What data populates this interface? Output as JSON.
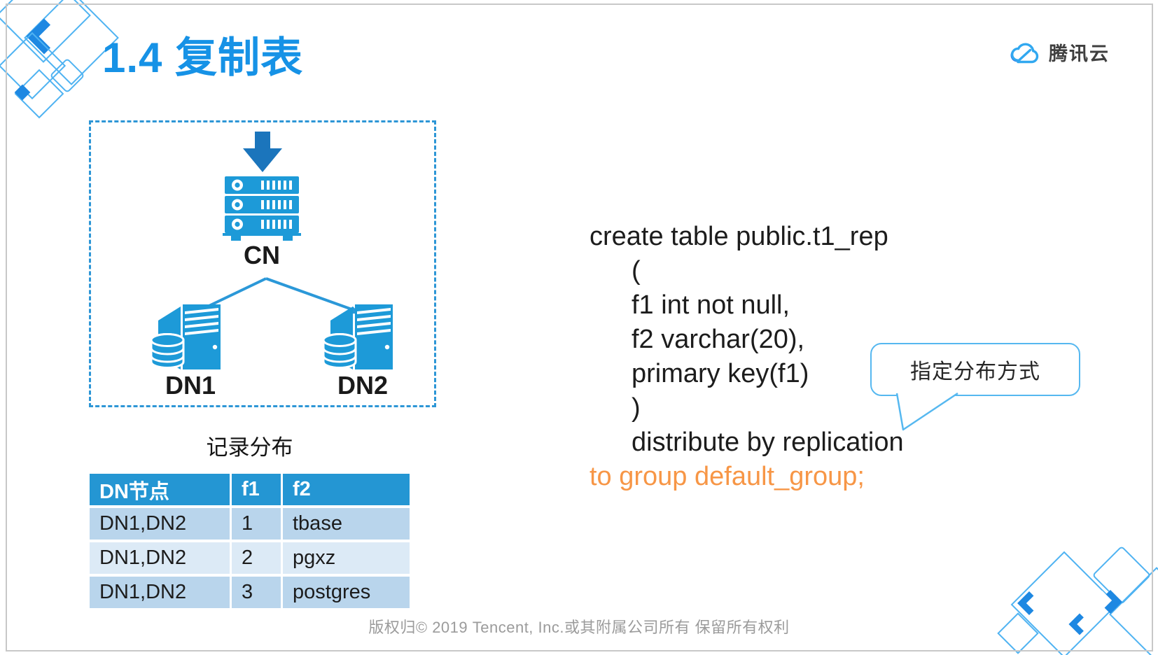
{
  "slide": {
    "title": "1.4 复制表",
    "footer": "版权归© 2019 Tencent, Inc.或其附属公司所有 保留所有权利"
  },
  "logo": {
    "icon": "tencent-cloud-icon",
    "text": "腾讯云"
  },
  "diagram": {
    "cn_label": "CN",
    "dn1_label": "DN1",
    "dn2_label": "DN2",
    "icons": {
      "down_arrow": "down-arrow-icon",
      "cn_server": "server-rack-icon",
      "dn_server": "server-tower-with-database-icon"
    }
  },
  "distribution": {
    "title": "记录分布",
    "table": {
      "headers": [
        "DN节点",
        "f1",
        "f2"
      ],
      "rows": [
        [
          "DN1,DN2",
          "1",
          "tbase"
        ],
        [
          "DN1,DN2",
          "2",
          "pgxz"
        ],
        [
          "DN1,DN2",
          "3",
          "postgres"
        ]
      ]
    }
  },
  "code": {
    "lines": [
      {
        "text": "create table public.t1_rep"
      },
      {
        "text": "("
      },
      {
        "text": "f1 int not null,"
      },
      {
        "text": "f2 varchar(20),"
      },
      {
        "text": "primary key(f1)"
      },
      {
        "text": ")"
      },
      {
        "text": "distribute by replication"
      },
      {
        "text": "to group default_group;"
      }
    ]
  },
  "callout": {
    "text": "指定分布方式"
  },
  "colors": {
    "title_blue": "#1692e6",
    "icon_blue": "#1d9ad8",
    "arrow_dark_blue": "#1b75bc",
    "connector_blue": "#2b98d8",
    "dashed_border": "#2d96d6",
    "table_header_bg": "#2496d3",
    "row_alt_dark": "#b9d5ec",
    "row_alt_light": "#dceaf6",
    "code_highlight_orange": "#f79646",
    "callout_border": "#56b8f0",
    "decoration_outline": "#4fb3f2",
    "decoration_fill": "#1e88e2",
    "footer_gray": "#9b9b9b"
  }
}
